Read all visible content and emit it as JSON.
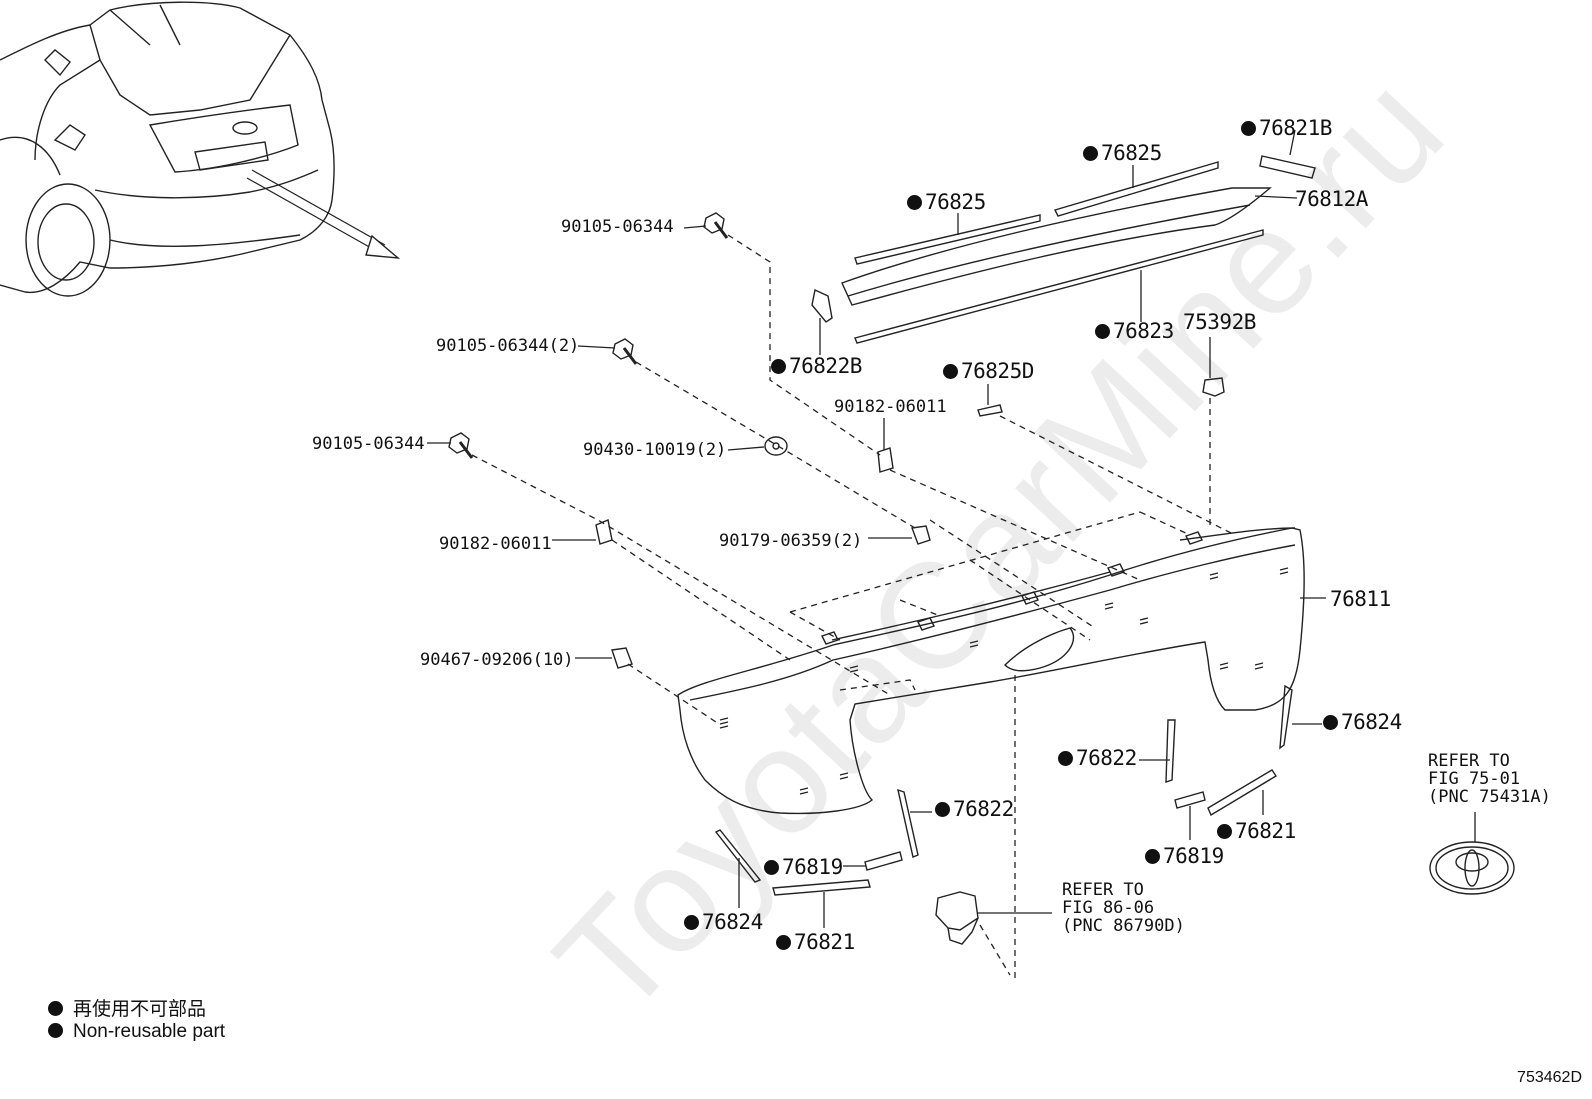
{
  "watermark": "ToyotaCarMine.ru",
  "diagram_code": "753462D",
  "legend": {
    "jp": "再使用不可部品",
    "en": "Non-reusable part"
  },
  "labels": {
    "p76821B": "76821B",
    "p76825_a": "76825",
    "p76825_b": "76825",
    "p76812A": "76812A",
    "p76823": "76823",
    "p75392B": "75392B",
    "p76822B": "76822B",
    "p76825D": "76825D",
    "b90105_06344_a": "90105-06344",
    "b90105_06344_2": "90105-06344(2)",
    "b90105_06344_b": "90105-06344",
    "c90182_06011_a": "90182-06011",
    "w90430_10019": "90430-10019(2)",
    "c90182_06011_b": "90182-06011",
    "n90179_06359": "90179-06359(2)",
    "c90467_09206": "90467-09206(10)",
    "p76811": "76811",
    "p76824_r": "76824",
    "p76822_r": "76822",
    "p76822_l": "76822",
    "p76821_r": "76821",
    "p76819_r": "76819",
    "p76819_l": "76819",
    "p76824_l": "76824",
    "p76821_l": "76821"
  },
  "refs": {
    "fig86": "REFER TO\nFIG 86-06\n(PNC 86790D)",
    "fig75": "REFER TO\nFIG 75-01\n(PNC 75431A)"
  }
}
